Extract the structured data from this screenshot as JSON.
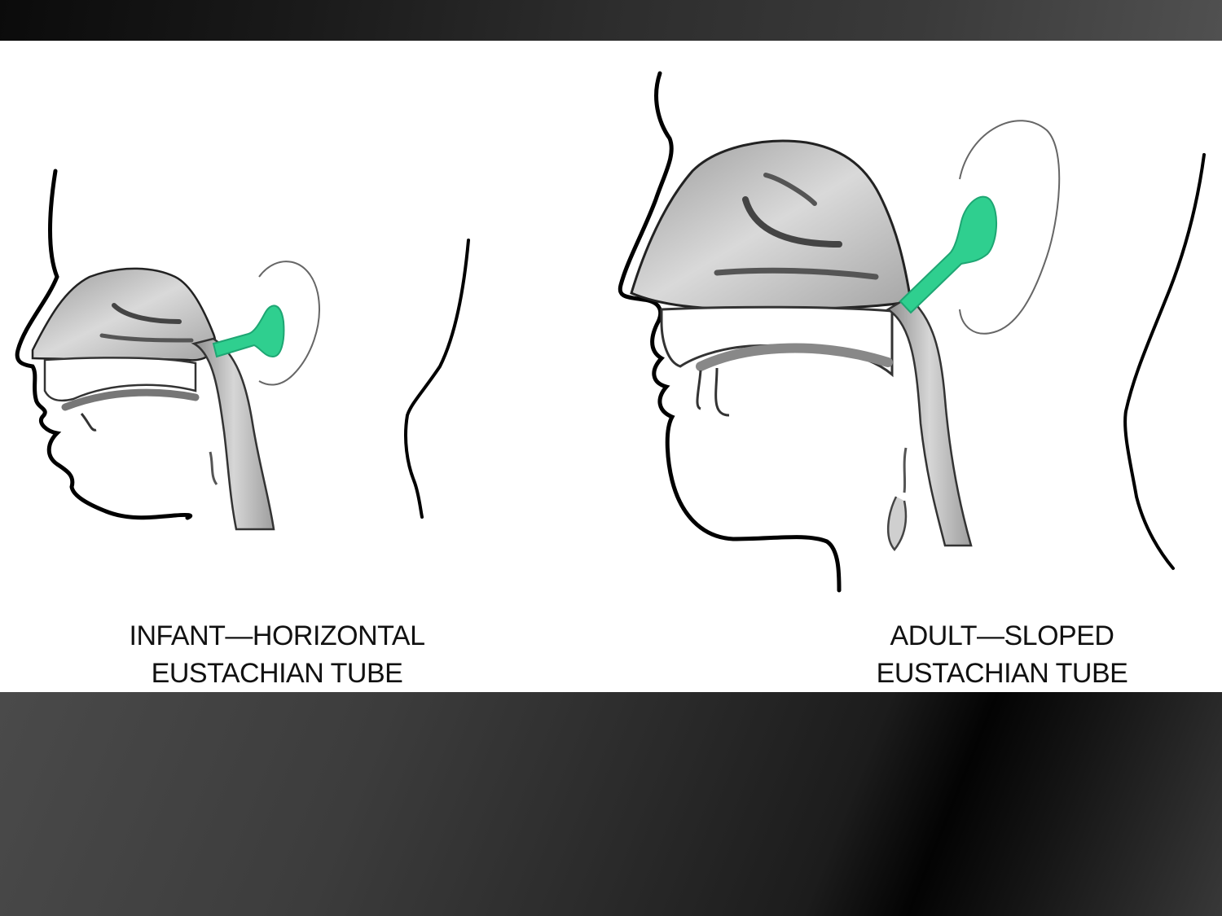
{
  "infant": {
    "caption_line1": "INFANT—HORIZONTAL",
    "caption_line2": "EUSTACHIAN TUBE"
  },
  "adult": {
    "caption_line1": "ADULT—SLOPED",
    "caption_line2": "EUSTACHIAN TUBE"
  },
  "colors": {
    "eustachian_tube": "#2fcf8f",
    "tissue": "#c8c8c8",
    "outline": "#000000",
    "background": "#ffffff"
  }
}
